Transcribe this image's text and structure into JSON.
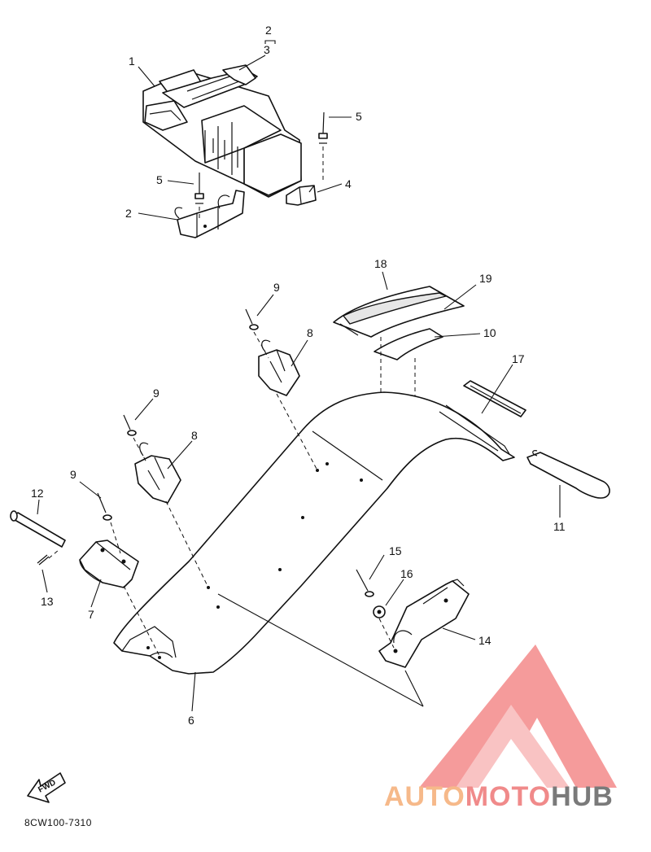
{
  "diagram": {
    "part_code": "8CW100-7310",
    "fwd_label": "FWD",
    "callouts": [
      "1",
      "2",
      "3",
      "2",
      "5",
      "5",
      "4",
      "9",
      "8",
      "18",
      "19",
      "10",
      "9",
      "8",
      "17",
      "11",
      "9",
      "12",
      "13",
      "7",
      "15",
      "16",
      "14",
      "6"
    ]
  },
  "watermark": {
    "word_a": "AUTO",
    "word_b": "MOTO",
    "word_c": "HUB",
    "color_a": "#f6b98a",
    "color_b": "#f08a8a",
    "color_c": "#7a7a7a",
    "logo_color": "#f06a6a"
  },
  "colors": {
    "line": "#111111",
    "background": "#ffffff"
  }
}
